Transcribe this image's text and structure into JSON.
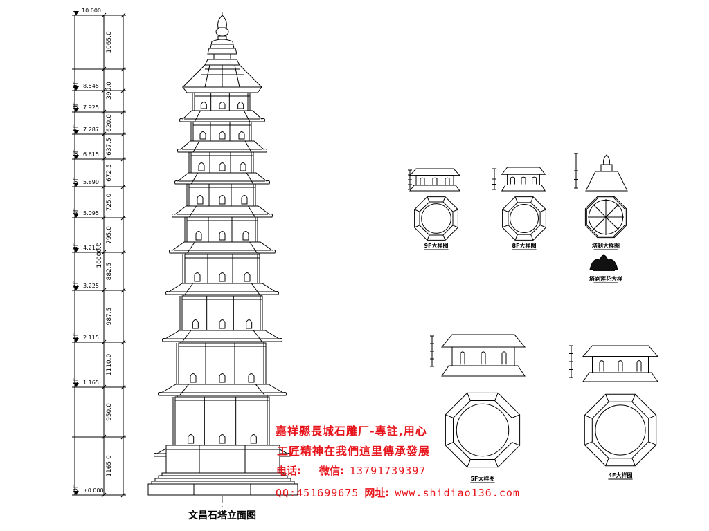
{
  "main_title": "文昌石塔立面图",
  "total_height": "10000.0",
  "segments": [
    "1065.0",
    "390.0",
    "620.0",
    "637.5",
    "672.5",
    "725.0",
    "795.0",
    "882.5",
    "987.5",
    "1110.0",
    "950.0",
    "1165.0"
  ],
  "levels": [
    {
      "floor": "",
      "elev": "10.000"
    },
    {
      "floor": "9F",
      "elev": "8.545"
    },
    {
      "floor": "8F",
      "elev": "7.925"
    },
    {
      "floor": "7F",
      "elev": "7.287"
    },
    {
      "floor": "6F",
      "elev": "6.615"
    },
    {
      "floor": "5F",
      "elev": "5.890"
    },
    {
      "floor": "4F",
      "elev": "5.095"
    },
    {
      "floor": "3F",
      "elev": "4.212"
    },
    {
      "floor": "2F",
      "elev": "3.225"
    },
    {
      "floor": "1F",
      "elev": "2.115"
    },
    {
      "floor": "1F",
      "elev": "1.165"
    },
    {
      "floor": "DF",
      "elev": "±0.000"
    }
  ],
  "details": [
    {
      "label": "9F大样图"
    },
    {
      "label": "8F大样图"
    },
    {
      "label": "塔刹大样图"
    },
    {
      "label": "塔刹莲花大样"
    },
    {
      "label": "5F大样图"
    },
    {
      "label": "4F大样图"
    }
  ],
  "promo": {
    "line1": "嘉祥縣長城石雕厂-專註,用心",
    "line2": "工匠精神在我們這里傳承發展",
    "phone_label": "电话:",
    "wechat_label": "微信:",
    "phone": "13791739397",
    "qq": "QQ:451699675",
    "website_label": "网址:",
    "website": "www.shidiao136.com"
  },
  "colors": {
    "line": "#000000",
    "promo": "#e8141b",
    "background": "#ffffff"
  }
}
